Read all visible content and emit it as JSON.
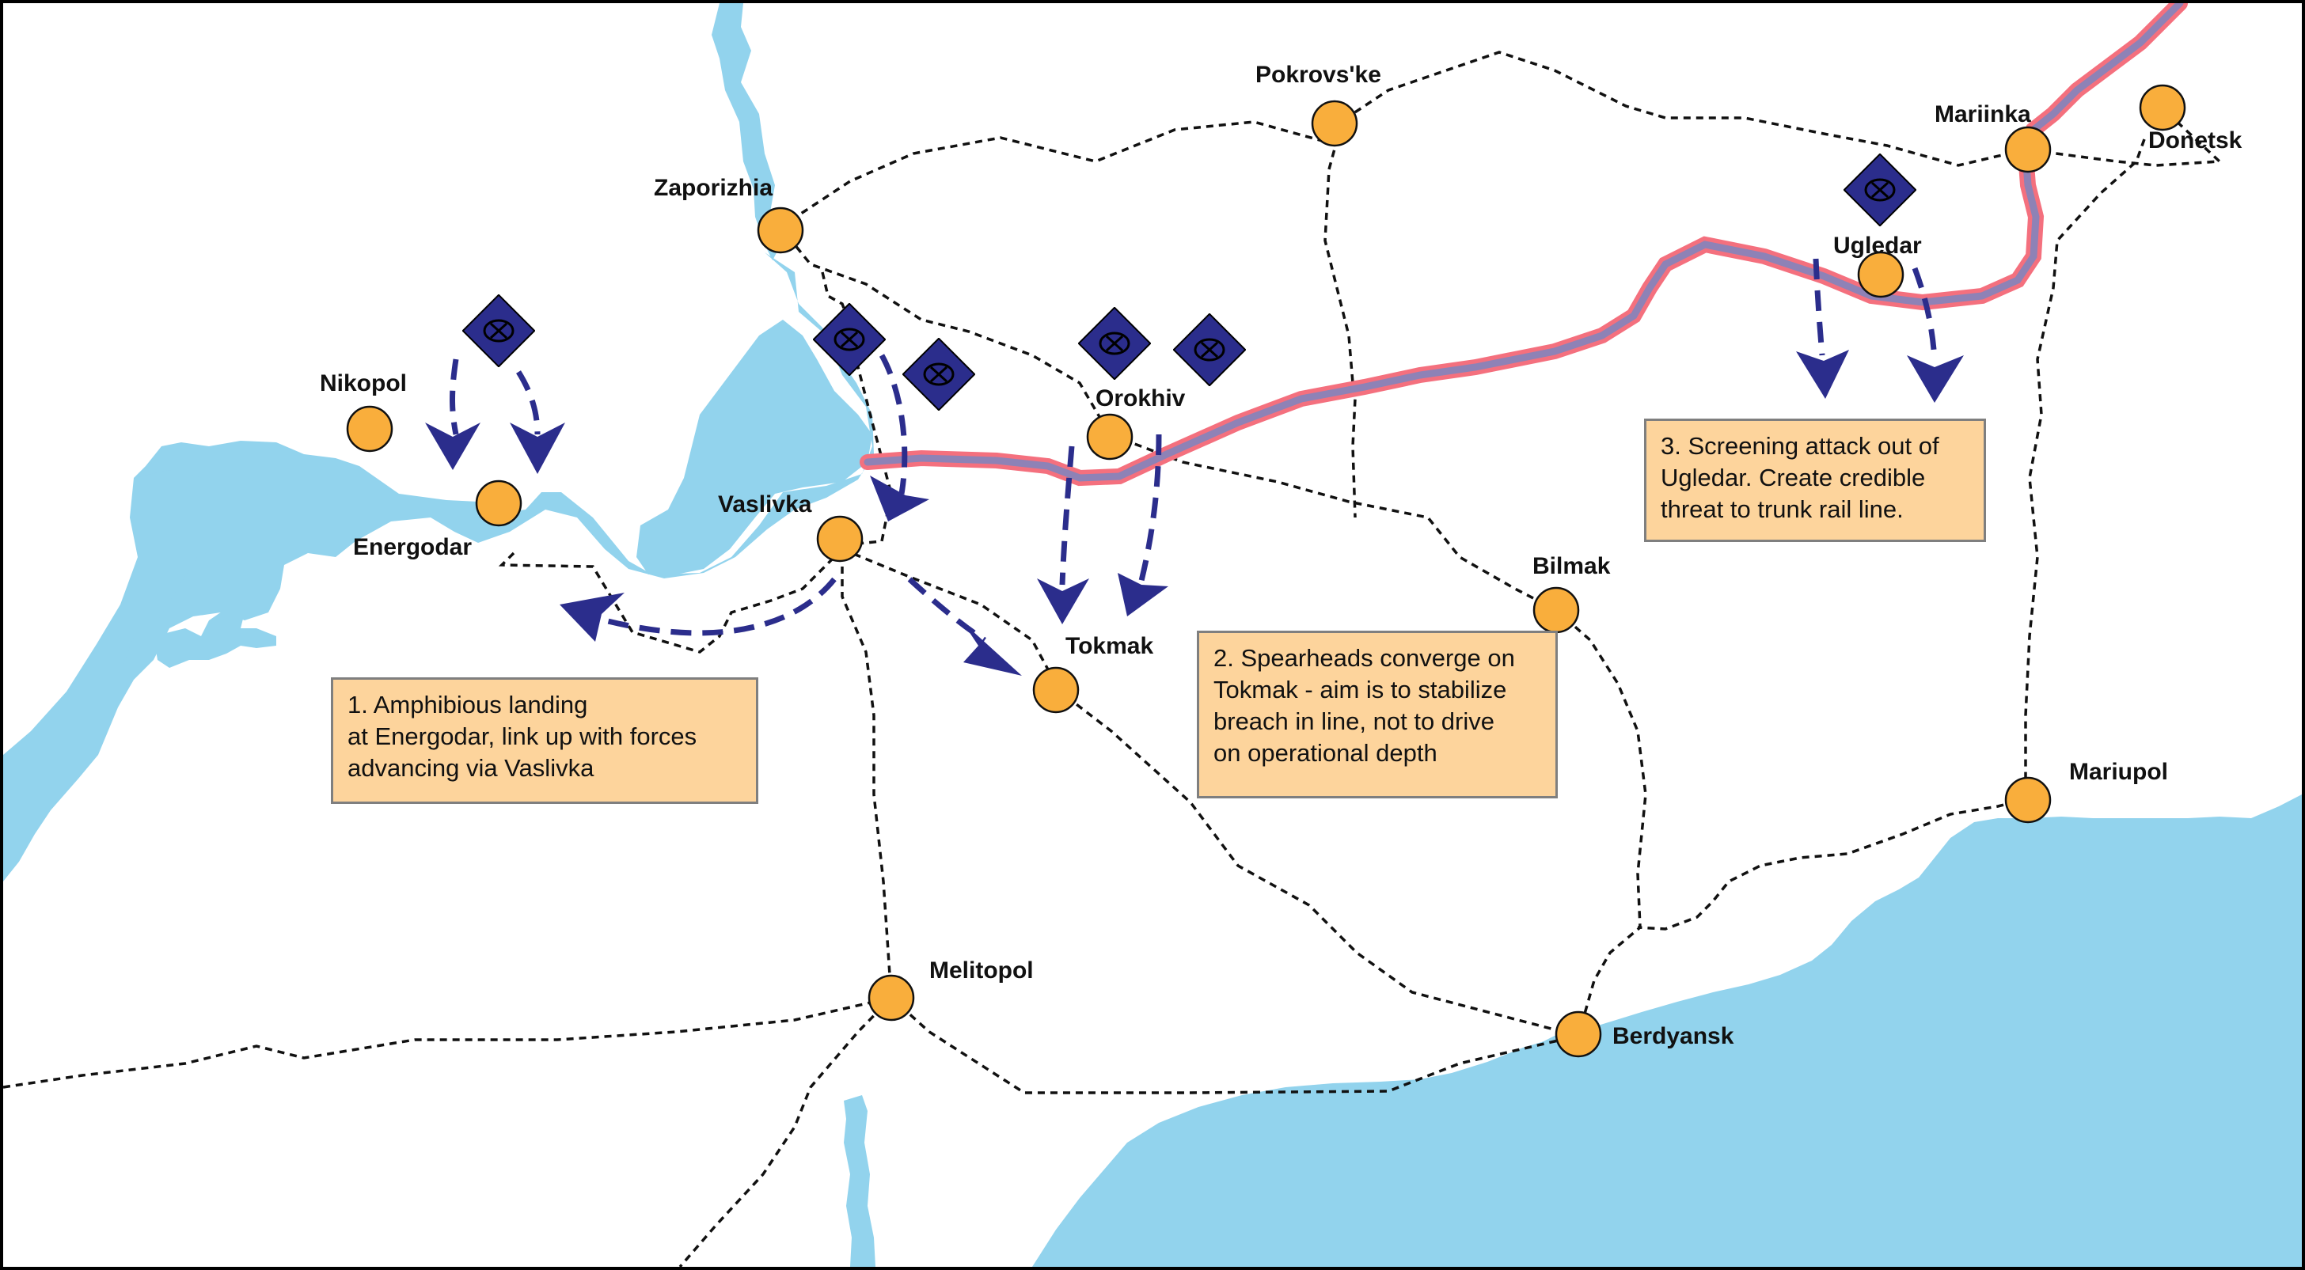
{
  "colors": {
    "water": "#92d3ed",
    "city_fill": "#f9ae3c",
    "unit_fill": "#2b2d8c",
    "arrow": "#2b2d8c",
    "front_line_outer": "#f4707e",
    "front_line_inner": "#8e82b6",
    "rail": "#111111",
    "note_fill": "#fdd49c",
    "note_border": "#7f7f7f"
  },
  "cities": [
    {
      "id": "pokrovske",
      "name": "Pokrovs'ke"
    },
    {
      "id": "mariinka",
      "name": "Mariinka"
    },
    {
      "id": "donetsk",
      "name": "Donetsk"
    },
    {
      "id": "zaporizhia",
      "name": "Zaporizhia"
    },
    {
      "id": "ugledar",
      "name": "Ugledar"
    },
    {
      "id": "nikopol",
      "name": "Nikopol"
    },
    {
      "id": "orokhiv",
      "name": "Orokhiv"
    },
    {
      "id": "vaslivka",
      "name": "Vaslivka"
    },
    {
      "id": "energodar",
      "name": "Energodar"
    },
    {
      "id": "bilmak",
      "name": "Bilmak"
    },
    {
      "id": "tokmak",
      "name": "Tokmak"
    },
    {
      "id": "mariupol",
      "name": "Mariupol"
    },
    {
      "id": "melitopol",
      "name": "Melitopol"
    },
    {
      "id": "berdyansk",
      "name": "Berdyansk"
    }
  ],
  "unit_icon": "mechanized-unit-icon",
  "arrow_icon": "attack-arrow-icon",
  "notes": [
    {
      "id": "note-1",
      "text": "1. Amphibious landing\nat Energodar, link up with forces\nadvancing via Vaslivka"
    },
    {
      "id": "note-2",
      "text": "2. Spearheads converge on\nTokmak - aim is to stabilize\nbreach in line, not to drive\non operational depth"
    },
    {
      "id": "note-3",
      "text": "3. Screening attack out of\nUgledar. Create credible\nthreat to trunk rail line."
    }
  ]
}
